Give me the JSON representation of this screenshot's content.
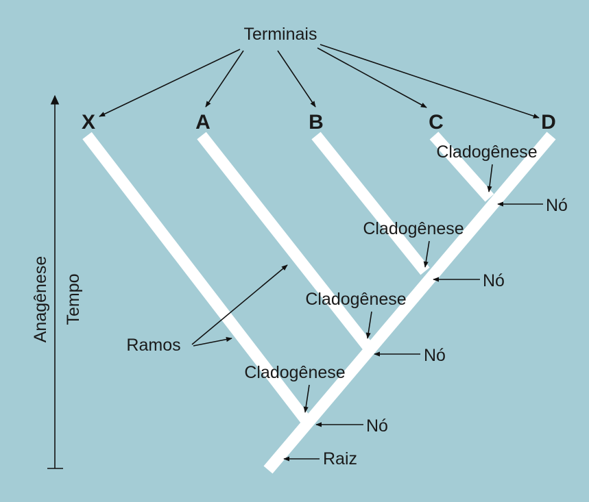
{
  "diagram": {
    "terminals_label": "Terminais",
    "taxa": [
      "X",
      "A",
      "B",
      "C",
      "D"
    ],
    "cladogenesis_label": "Cladogênese",
    "node_label": "Nó",
    "root_label": "Raiz",
    "branches_label": "Ramos",
    "anagenesis_label": "Anagênese",
    "time_label": "Tempo"
  },
  "colors": {
    "background": "#a4ccd5",
    "branch": "#ffffff",
    "ink": "#1a1a1a"
  }
}
